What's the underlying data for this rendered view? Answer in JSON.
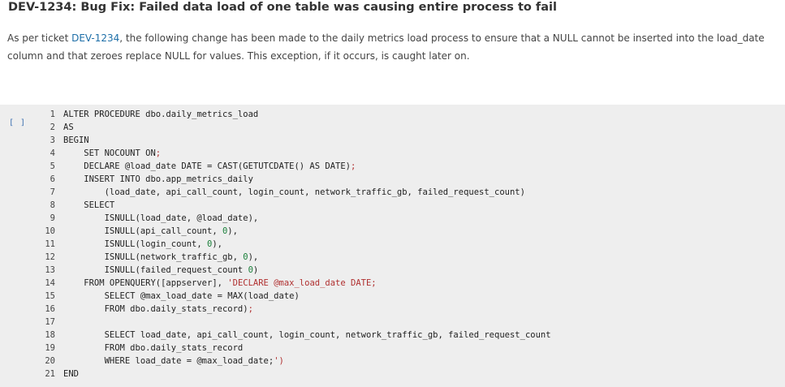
{
  "header": {
    "title": "DEV-1234: Bug Fix: Failed data load of one table was causing entire process to fail"
  },
  "description": {
    "before_link": "As per ticket ",
    "link_text": "DEV-1234",
    "after_link": ", the following change has been made to the daily metrics load process to ensure that a NULL cannot be inserted into the load_date column and that zeroes replace NULL for values. This exception, if it occurs, is caught later on."
  },
  "code_cell": {
    "prompt": "[ ]",
    "lines": [
      {
        "n": "1",
        "segs": [
          {
            "t": "ALTER PROCEDURE dbo.daily_metrics_load",
            "c": "code"
          }
        ]
      },
      {
        "n": "2",
        "segs": [
          {
            "t": "AS",
            "c": "code"
          }
        ]
      },
      {
        "n": "3",
        "segs": [
          {
            "t": "BEGIN",
            "c": "code"
          }
        ]
      },
      {
        "n": "4",
        "segs": [
          {
            "t": "    SET NOCOUNT ON",
            "c": "code"
          },
          {
            "t": ";",
            "c": "str"
          }
        ]
      },
      {
        "n": "5",
        "segs": [
          {
            "t": "    DECLARE @load_date DATE = CAST(GETUTCDATE() AS DATE)",
            "c": "code"
          },
          {
            "t": ";",
            "c": "str"
          }
        ]
      },
      {
        "n": "6",
        "segs": [
          {
            "t": "    INSERT INTO dbo.app_metrics_daily",
            "c": "code"
          }
        ]
      },
      {
        "n": "7",
        "segs": [
          {
            "t": "        (load_date, api_call_count, login_count, network_traffic_gb, failed_request_count)",
            "c": "code"
          }
        ]
      },
      {
        "n": "8",
        "segs": [
          {
            "t": "    SELECT",
            "c": "code"
          }
        ]
      },
      {
        "n": "9",
        "segs": [
          {
            "t": "        ISNULL(load_date, @load_date),",
            "c": "code"
          }
        ]
      },
      {
        "n": "10",
        "segs": [
          {
            "t": "        ISNULL(api_call_count, ",
            "c": "code"
          },
          {
            "t": "0",
            "c": "num"
          },
          {
            "t": "),",
            "c": "code"
          }
        ]
      },
      {
        "n": "11",
        "segs": [
          {
            "t": "        ISNULL(login_count, ",
            "c": "code"
          },
          {
            "t": "0",
            "c": "num"
          },
          {
            "t": "),",
            "c": "code"
          }
        ]
      },
      {
        "n": "12",
        "segs": [
          {
            "t": "        ISNULL(network_traffic_gb, ",
            "c": "code"
          },
          {
            "t": "0",
            "c": "num"
          },
          {
            "t": "),",
            "c": "code"
          }
        ]
      },
      {
        "n": "13",
        "segs": [
          {
            "t": "        ISNULL(failed_request_count ",
            "c": "code"
          },
          {
            "t": "0",
            "c": "num"
          },
          {
            "t": ")",
            "c": "code"
          }
        ]
      },
      {
        "n": "14",
        "segs": [
          {
            "t": "    FROM OPENQUERY([appserver], ",
            "c": "code"
          },
          {
            "t": "'DECLARE @max_load_date DATE;",
            "c": "str"
          }
        ]
      },
      {
        "n": "15",
        "segs": [
          {
            "t": "        SELECT @max_load_date = MAX(load_date)",
            "c": "code"
          }
        ]
      },
      {
        "n": "16",
        "segs": [
          {
            "t": "        FROM dbo.daily_stats_record)",
            "c": "code"
          },
          {
            "t": ";",
            "c": "str"
          }
        ]
      },
      {
        "n": "17",
        "segs": [
          {
            "t": "",
            "c": "code"
          }
        ]
      },
      {
        "n": "18",
        "segs": [
          {
            "t": "        SELECT load_date, api_call_count, login_count, network_traffic_gb, failed_request_count",
            "c": "code"
          }
        ]
      },
      {
        "n": "19",
        "segs": [
          {
            "t": "        FROM dbo.daily_stats_record",
            "c": "code"
          }
        ]
      },
      {
        "n": "20",
        "segs": [
          {
            "t": "        WHERE load_date = @max_load_date;",
            "c": "code"
          },
          {
            "t": "')",
            "c": "str"
          }
        ]
      },
      {
        "n": "21",
        "segs": [
          {
            "t": "END",
            "c": "code"
          }
        ]
      }
    ]
  }
}
